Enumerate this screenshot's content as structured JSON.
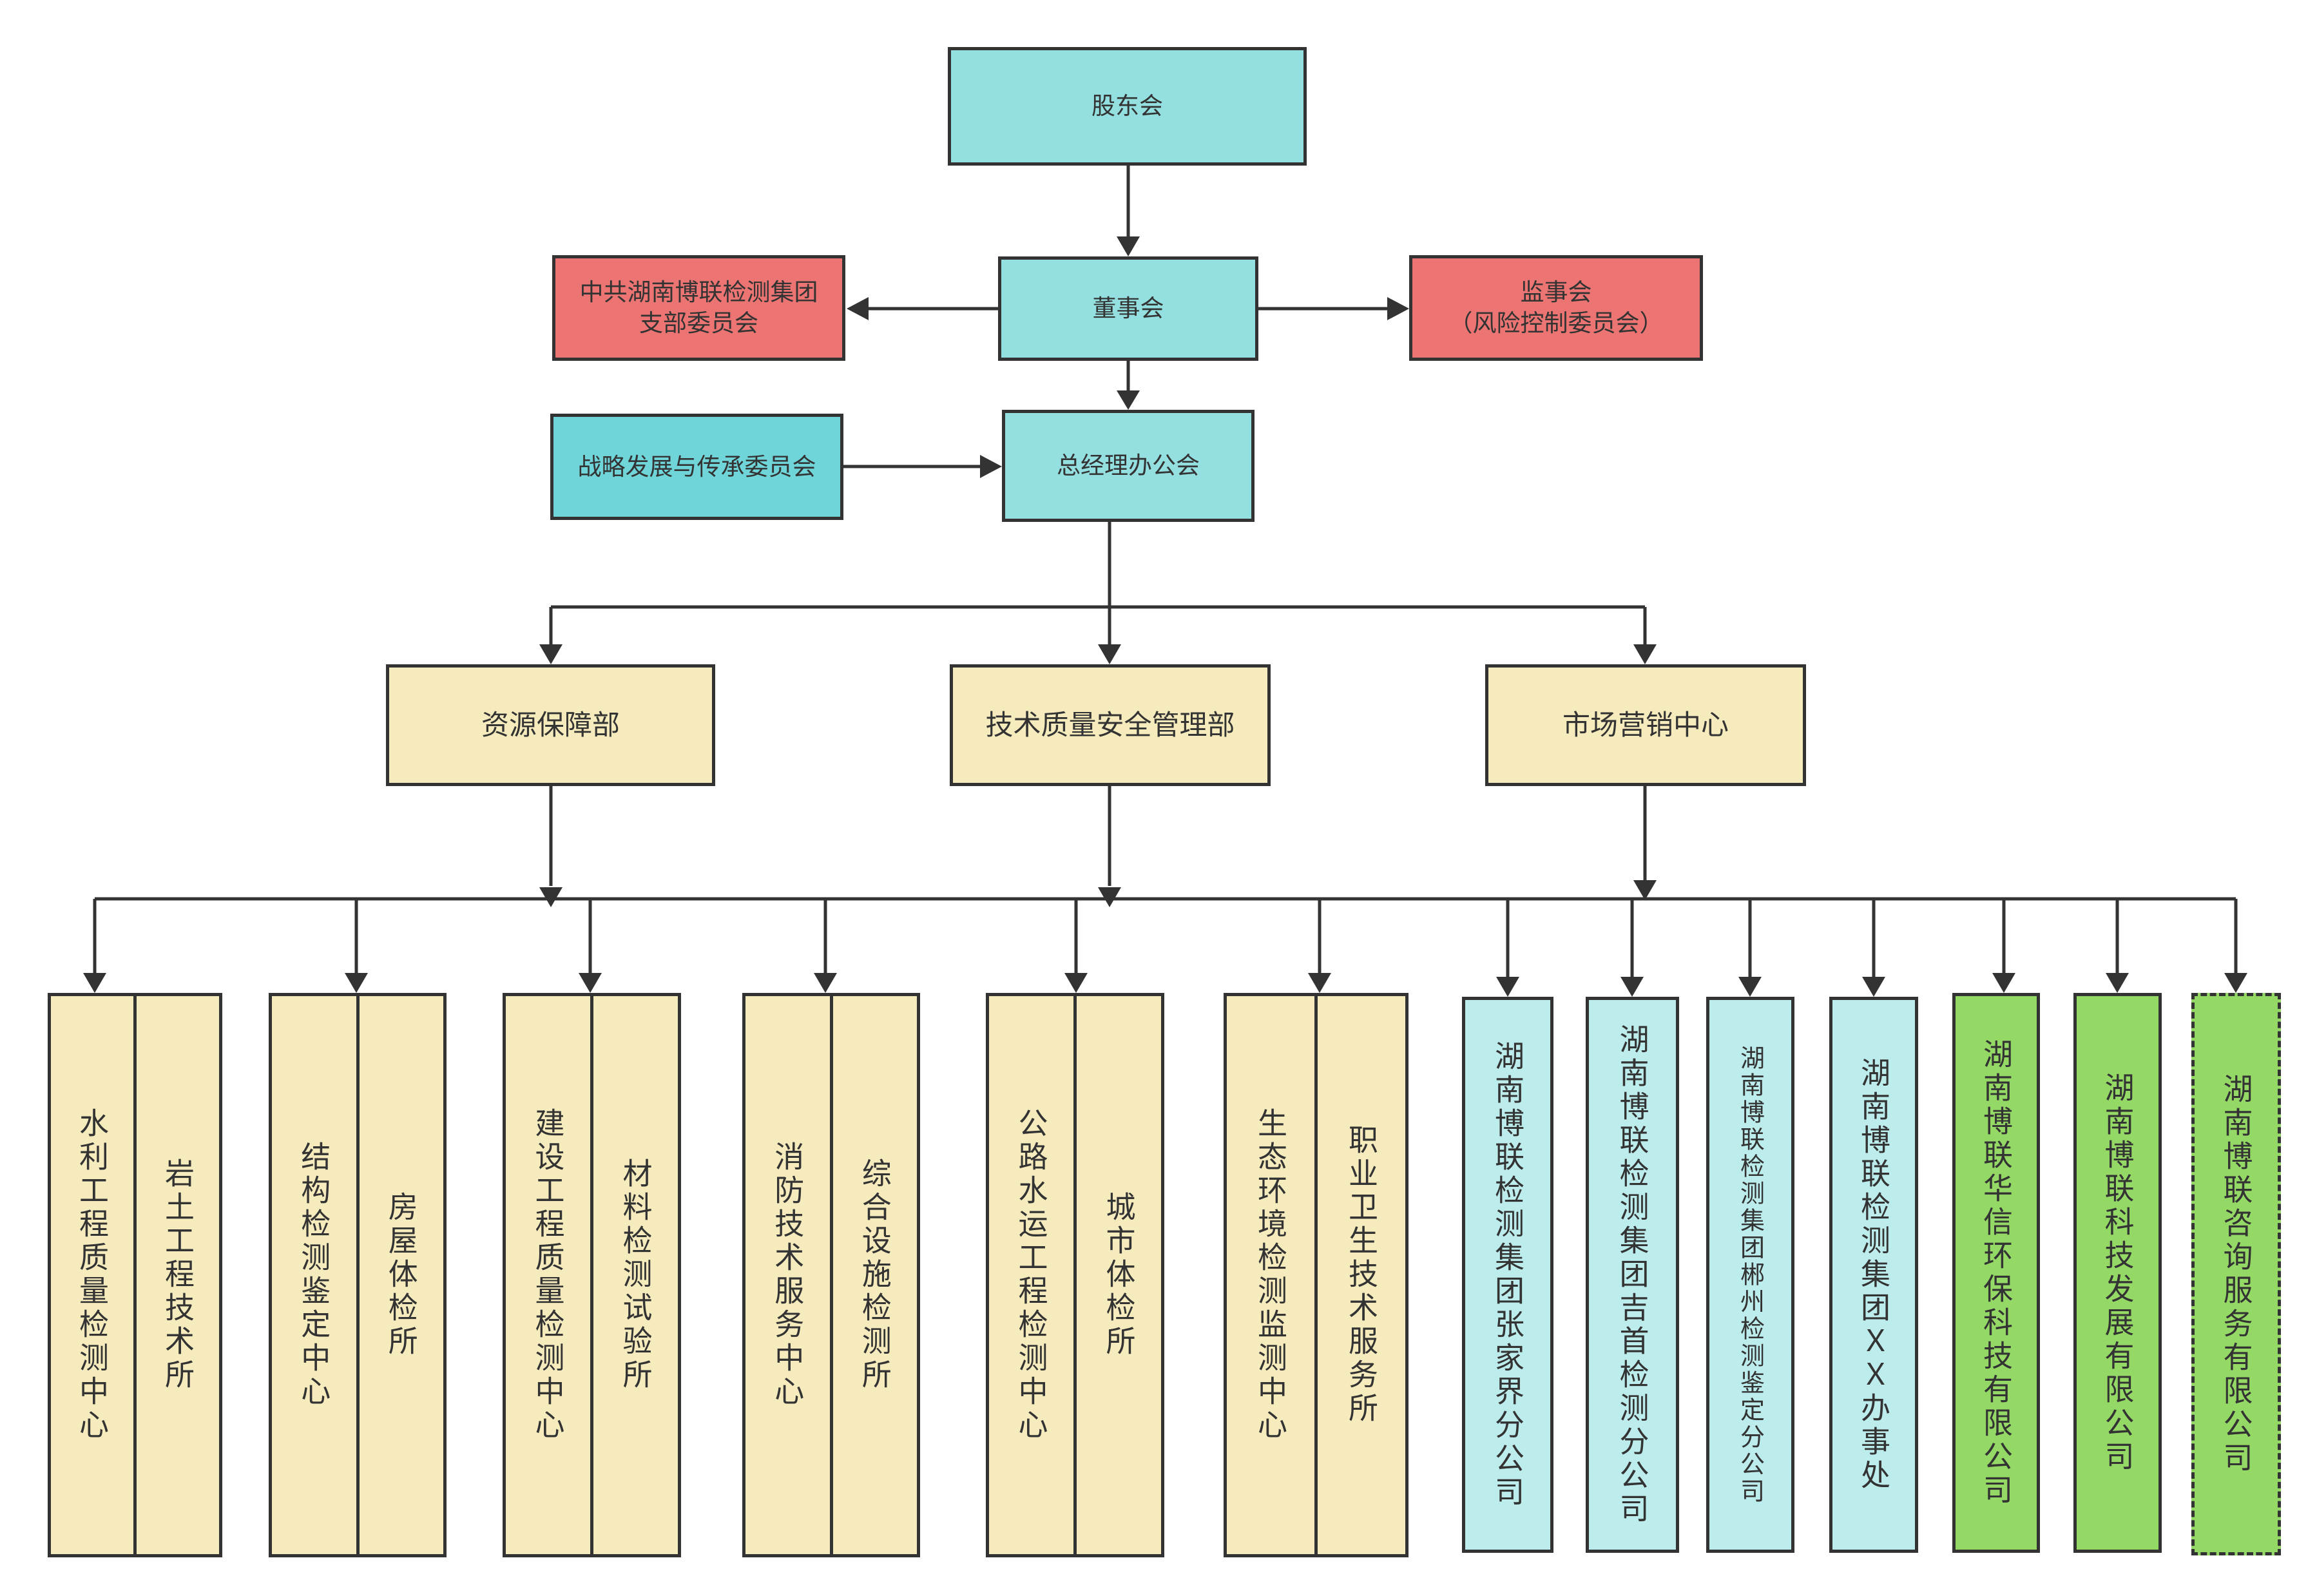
{
  "colors": {
    "cyan": "#94e0e0",
    "cyan_strong": "#6fd5d8",
    "red": "#ec7472",
    "yellow": "#f6ebbd",
    "green": "#94d965",
    "light_cyan": "#bdecec",
    "line": "#333333"
  },
  "top": {
    "shareholders": "股东会",
    "board": "董事会",
    "party": "中共湖南博联检测集团\n支部委员会",
    "supervisors": "监事会\n（风险控制委员会）",
    "strategy": "战略发展与传承委员会",
    "gm_office": "总经理办公会"
  },
  "departments": [
    "资源保障部",
    "技术质量安全管理部",
    "市场营销中心"
  ],
  "centers": [
    [
      "水利工程质量检测中心",
      "岩土工程技术所"
    ],
    [
      "结构检测鉴定中心",
      "房屋体检所"
    ],
    [
      "建设工程质量检测中心",
      "材料检测试验所"
    ],
    [
      "消防技术服务中心",
      "综合设施检测所"
    ],
    [
      "公路水运工程检测中心",
      "城市体检所"
    ],
    [
      "生态环境检测监测中心",
      "职业卫生技术服务所"
    ]
  ],
  "branches": [
    "湖南博联检测集团张家界分公司",
    "湖南博联检测集团吉首检测分公司",
    "湖南博联检测集团郴州检测鉴定分公司",
    "湖南博联检测集团ＸＸ办事处"
  ],
  "subsidiaries": [
    "湖南博联华信环保科技有限公司",
    "湖南博联科技发展有限公司",
    "湖南博联咨询服务有限公司"
  ]
}
